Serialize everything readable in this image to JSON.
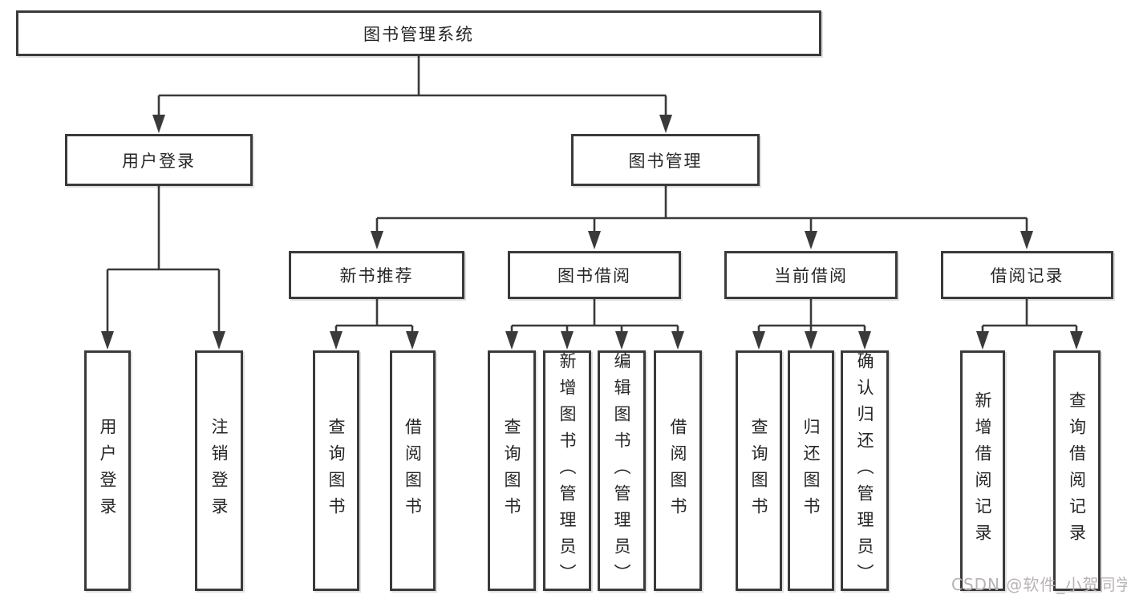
{
  "tree": {
    "root": {
      "label": "图书管理系统",
      "children": [
        {
          "label": "用户登录",
          "children": [
            {
              "label": "用户登录"
            },
            {
              "label": "注销登录"
            }
          ]
        },
        {
          "label": "图书管理",
          "children": [
            {
              "label": "新书推荐",
              "children": [
                {
                  "label": "查询图书"
                },
                {
                  "label": "借阅图书"
                }
              ]
            },
            {
              "label": "图书借阅",
              "children": [
                {
                  "label": "查询图书"
                },
                {
                  "label": "新增图书（管理员）"
                },
                {
                  "label": "编辑图书（管理员）"
                },
                {
                  "label": "借阅图书"
                }
              ]
            },
            {
              "label": "当前借阅",
              "children": [
                {
                  "label": "查询图书"
                },
                {
                  "label": "归还图书"
                },
                {
                  "label": "确认归还（管理员）"
                }
              ]
            },
            {
              "label": "借阅记录",
              "children": [
                {
                  "label": "新增借阅记录"
                },
                {
                  "label": "查询借阅记录"
                }
              ]
            }
          ]
        }
      ]
    }
  },
  "watermark": {
    "text": "CSDN @软件_小贺同学"
  },
  "colors": {
    "line": "#3a3a3a",
    "text": "#262626",
    "box_background": "#ffffff",
    "watermark": "#b9b3b3"
  }
}
